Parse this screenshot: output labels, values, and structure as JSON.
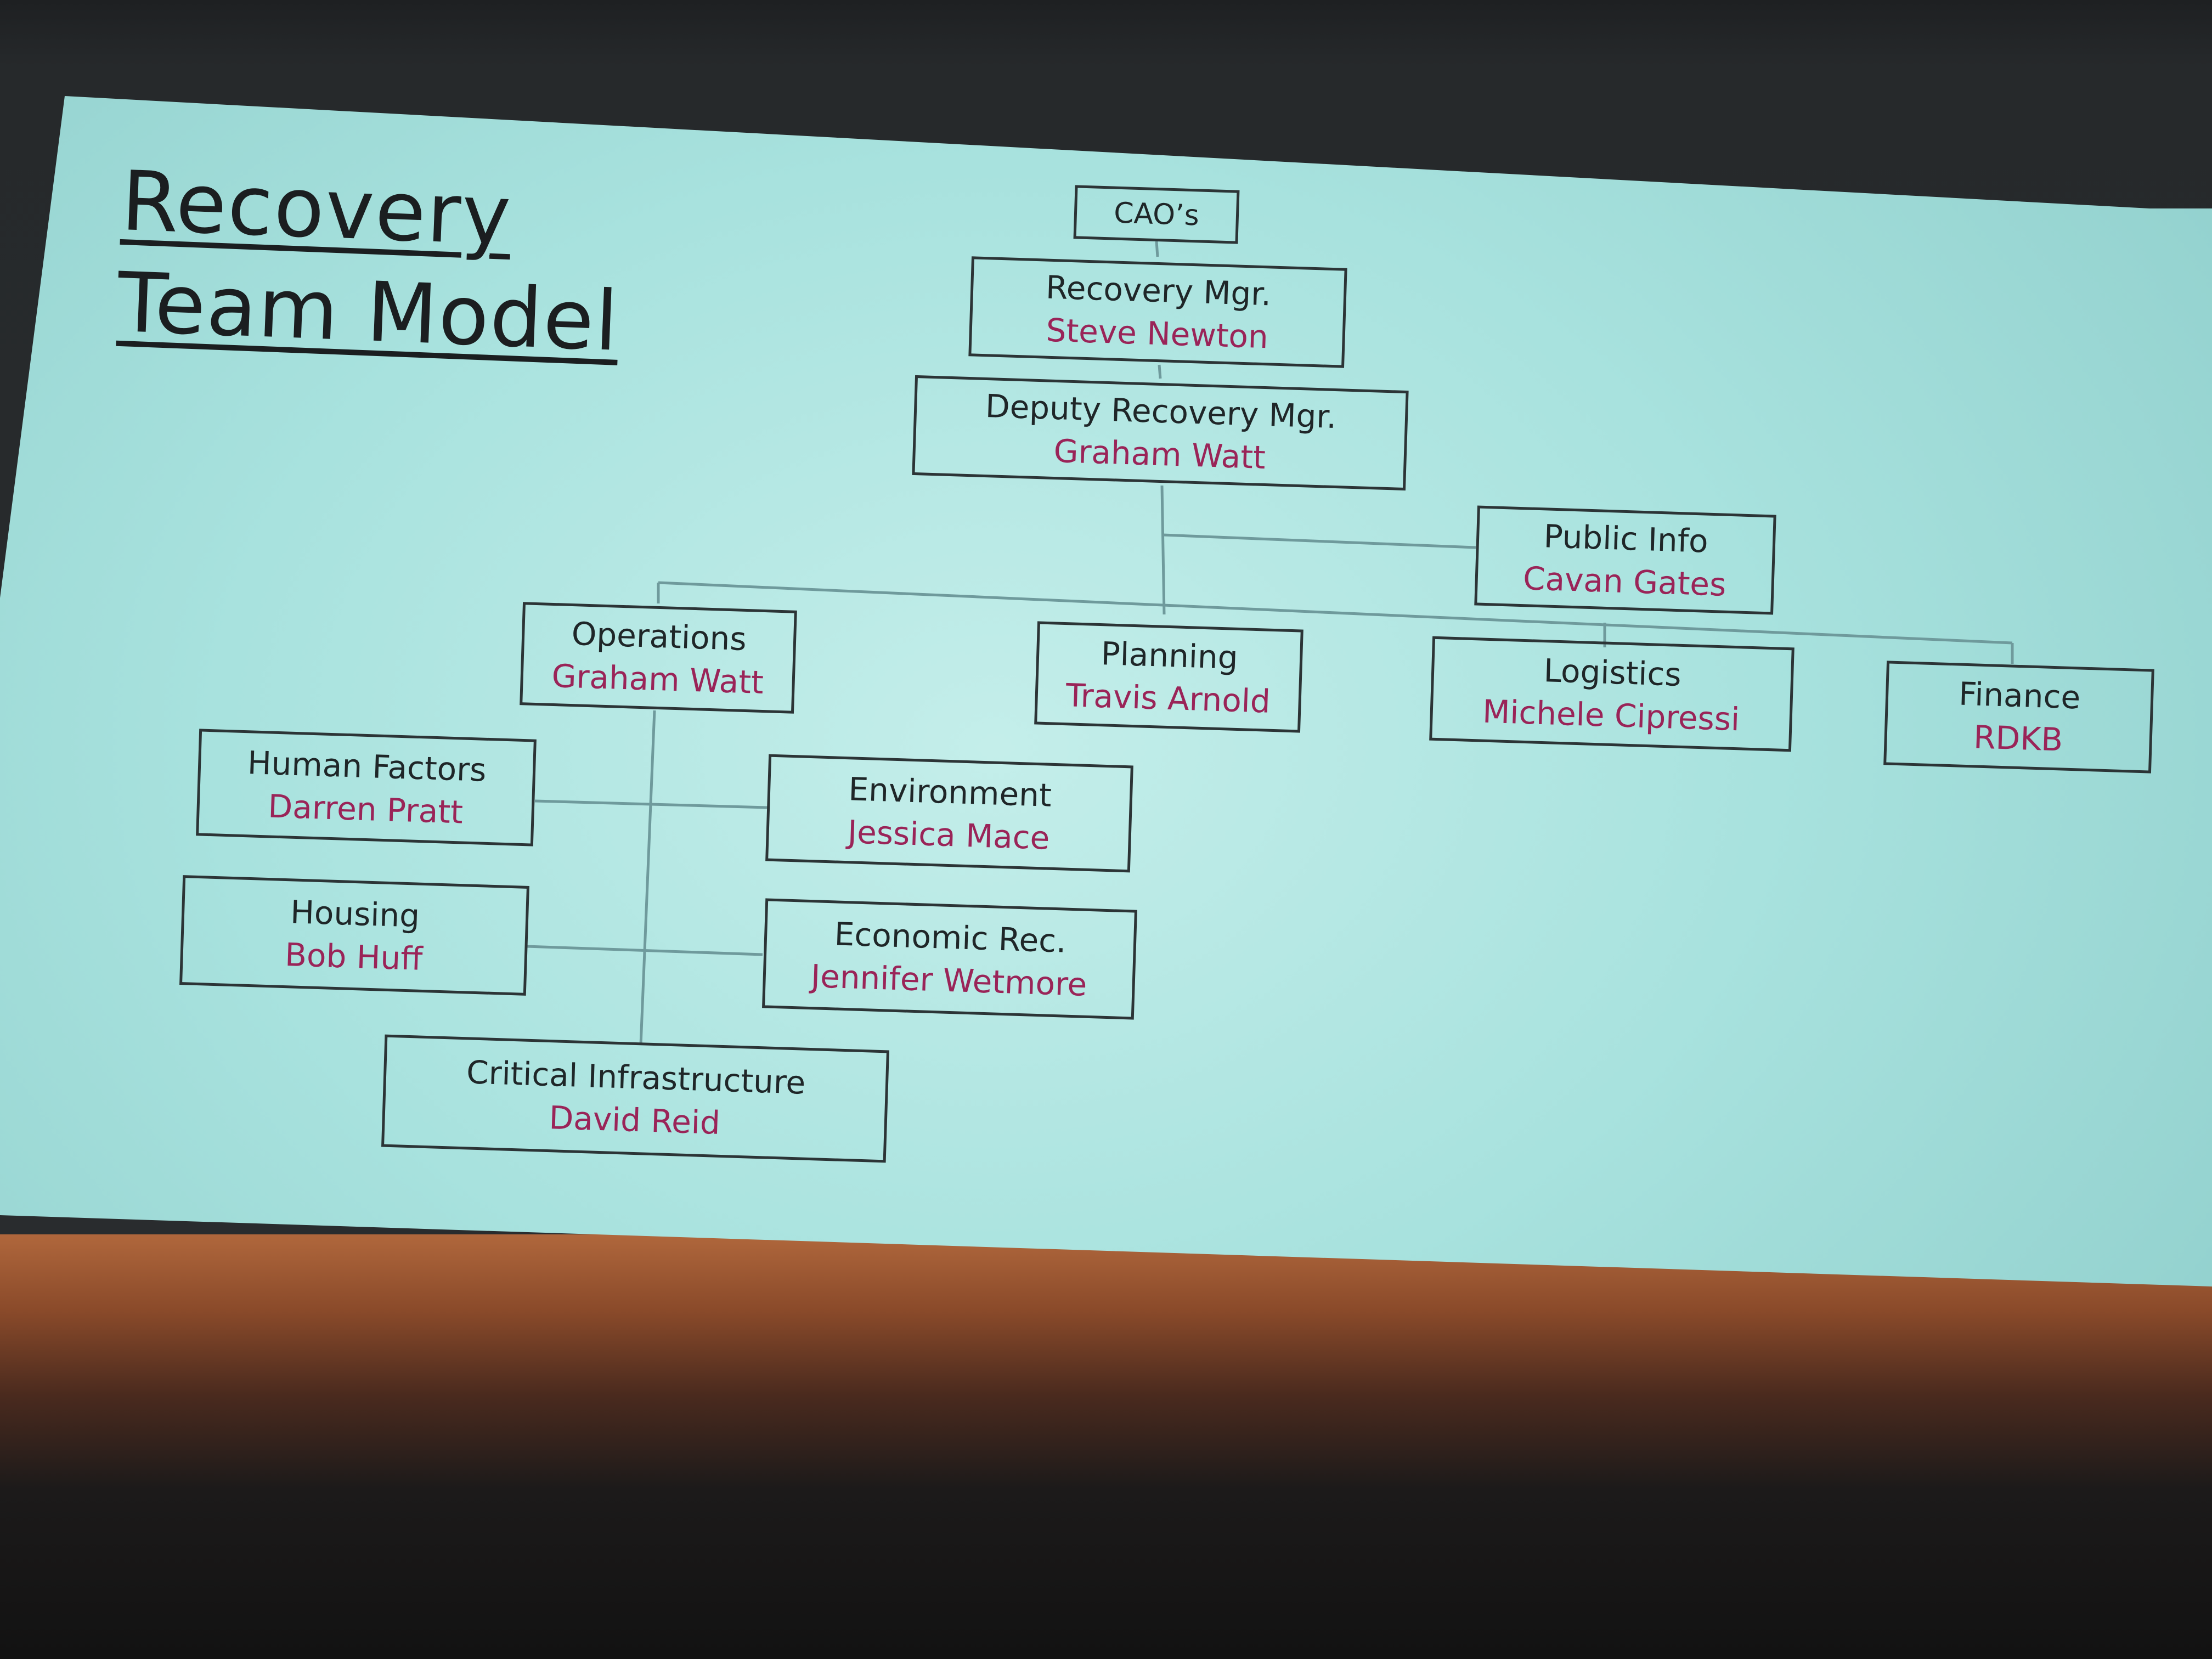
{
  "title": {
    "line1": "Recovery",
    "line2": "Team Model"
  },
  "nodes": {
    "cao": {
      "role": "CAO’s"
    },
    "recovery_mgr": {
      "role": "Recovery Mgr.",
      "name": "Steve Newton"
    },
    "deputy": {
      "role": "Deputy Recovery Mgr.",
      "name": "Graham Watt"
    },
    "public_info": {
      "role": "Public Info",
      "name": "Cavan Gates"
    },
    "operations": {
      "role": "Operations",
      "name": "Graham Watt"
    },
    "planning": {
      "role": "Planning",
      "name": "Travis Arnold"
    },
    "logistics": {
      "role": "Logistics",
      "name": "Michele Cipressi"
    },
    "finance": {
      "role": "Finance",
      "name": "RDKB"
    },
    "human_factors": {
      "role": "Human Factors",
      "name": "Darren Pratt"
    },
    "environment": {
      "role": "Environment",
      "name": "Jessica Mace"
    },
    "housing": {
      "role": "Housing",
      "name": "Bob Huff"
    },
    "economic": {
      "role": "Economic Rec.",
      "name": "Jennifer Wetmore"
    },
    "critical": {
      "role": "Critical Infrastructure",
      "name": "David Reid"
    }
  },
  "colors": {
    "slide_bg": "#a8e2de",
    "text": "#1f2628",
    "name_text": "#9a2458",
    "border": "#2c3436"
  }
}
